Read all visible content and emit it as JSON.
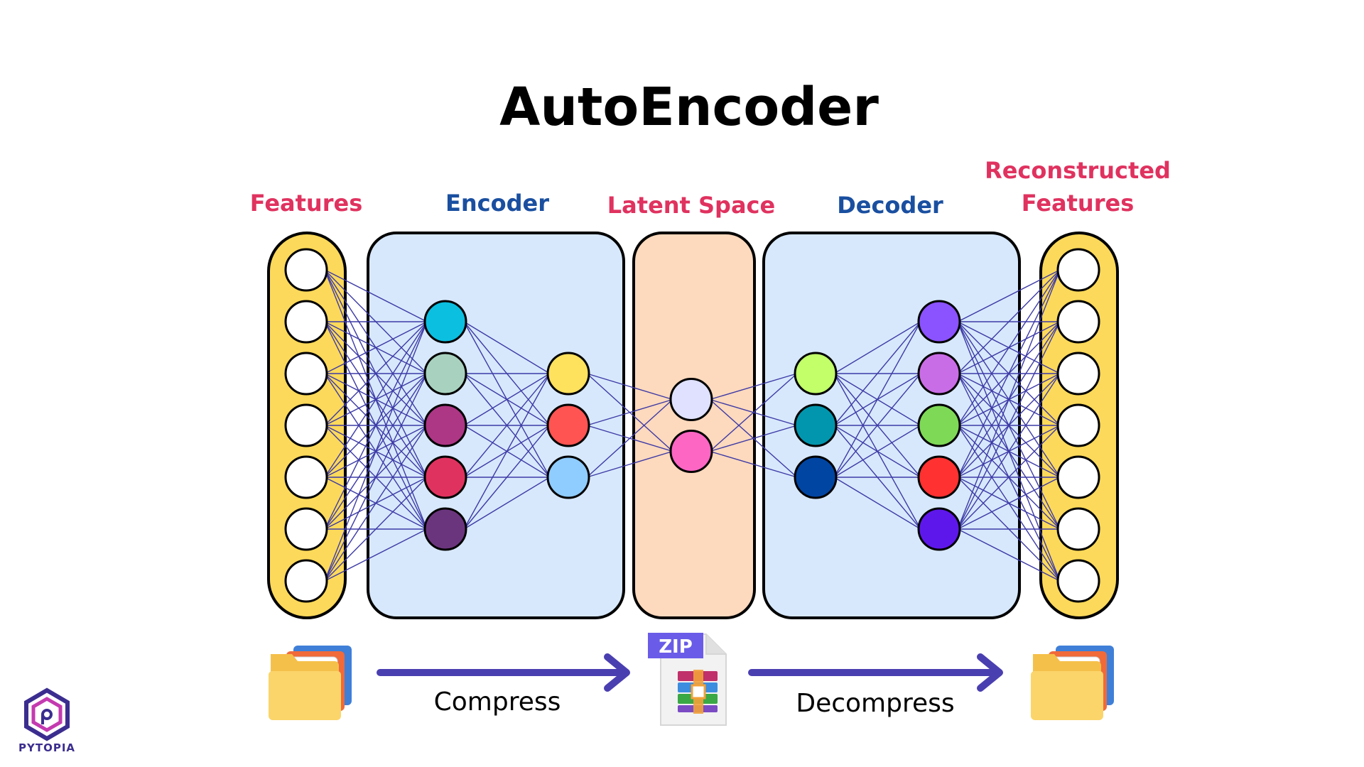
{
  "title": "AutoEncoder",
  "labels": {
    "features": "Features",
    "encoder": "Encoder",
    "latent": "Latent Space",
    "decoder": "Decoder",
    "reconstructed_line1": "Reconstructed",
    "reconstructed_line2": "Features"
  },
  "captions": {
    "compress": "Compress",
    "decompress": "Decompress"
  },
  "zip_label": "ZIP",
  "logo_text": "PYTOPIA",
  "colors": {
    "pink_label": "#e0325f",
    "blue_label": "#1a4fa0",
    "yellow_panel": "#fcd95a",
    "blue_panel": "#d7e8fc",
    "latent_panel": "#fdd9bd",
    "edge": "#3d3aa6",
    "arrow": "#4a3fb0"
  },
  "layers": {
    "input": [
      "#ffffff",
      "#ffffff",
      "#ffffff",
      "#ffffff",
      "#ffffff",
      "#ffffff",
      "#ffffff"
    ],
    "enc1": [
      "#0bbfe0",
      "#a8d2bf",
      "#ad3685",
      "#e0325f",
      "#6b357e"
    ],
    "enc2": [
      "#fee15c",
      "#ff5452",
      "#8fccff"
    ],
    "latent": [
      "#dfe1ff",
      "#fe66c4"
    ],
    "dec1": [
      "#c2ff69",
      "#0196ad",
      "#0145a3"
    ],
    "dec2": [
      "#8b52ff",
      "#c96de6",
      "#7ed957",
      "#ff3131",
      "#5e17eb"
    ],
    "output": [
      "#ffffff",
      "#ffffff",
      "#ffffff",
      "#ffffff",
      "#ffffff",
      "#ffffff",
      "#ffffff"
    ]
  },
  "icons": {
    "left_files": "folder-stack-icon",
    "zip_file": "zip-archive-icon",
    "right_files": "folder-stack-icon",
    "logo": "pytopia-hexagon-icon"
  }
}
